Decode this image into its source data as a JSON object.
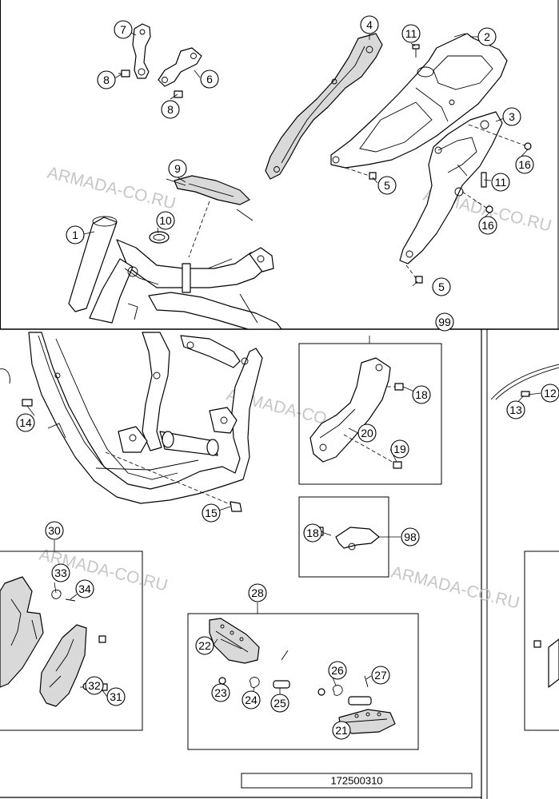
{
  "diagram": {
    "drawing_code": "172500310",
    "watermark": "ARMADA-CO.RU",
    "callouts": [
      {
        "id": "c7",
        "label": "7"
      },
      {
        "id": "c8a",
        "label": "8"
      },
      {
        "id": "c6",
        "label": "6"
      },
      {
        "id": "c8b",
        "label": "8"
      },
      {
        "id": "c4",
        "label": "4"
      },
      {
        "id": "c11a",
        "label": "11"
      },
      {
        "id": "c2",
        "label": "2"
      },
      {
        "id": "c3",
        "label": "3"
      },
      {
        "id": "c16a",
        "label": "16"
      },
      {
        "id": "c5a",
        "label": "5"
      },
      {
        "id": "c11b",
        "label": "11"
      },
      {
        "id": "c16b",
        "label": "16"
      },
      {
        "id": "c5b",
        "label": "5"
      },
      {
        "id": "c9",
        "label": "9"
      },
      {
        "id": "c10",
        "label": "10"
      },
      {
        "id": "c1",
        "label": "1"
      },
      {
        "id": "c99",
        "label": "99"
      },
      {
        "id": "c18a",
        "label": "18"
      },
      {
        "id": "c20",
        "label": "20"
      },
      {
        "id": "c19",
        "label": "19"
      },
      {
        "id": "c12",
        "label": "12"
      },
      {
        "id": "c13",
        "label": "13"
      },
      {
        "id": "c14",
        "label": "14"
      },
      {
        "id": "c15",
        "label": "15"
      },
      {
        "id": "c18b",
        "label": "18"
      },
      {
        "id": "c98",
        "label": "98"
      },
      {
        "id": "c30",
        "label": "30"
      },
      {
        "id": "c33",
        "label": "33"
      },
      {
        "id": "c34",
        "label": "34"
      },
      {
        "id": "c32",
        "label": "32"
      },
      {
        "id": "c31",
        "label": "31"
      },
      {
        "id": "c28",
        "label": "28"
      },
      {
        "id": "c22",
        "label": "22"
      },
      {
        "id": "c23",
        "label": "23"
      },
      {
        "id": "c24",
        "label": "24"
      },
      {
        "id": "c25",
        "label": "25"
      },
      {
        "id": "c26",
        "label": "26"
      },
      {
        "id": "c27",
        "label": "27"
      },
      {
        "id": "c21",
        "label": "21"
      }
    ]
  }
}
